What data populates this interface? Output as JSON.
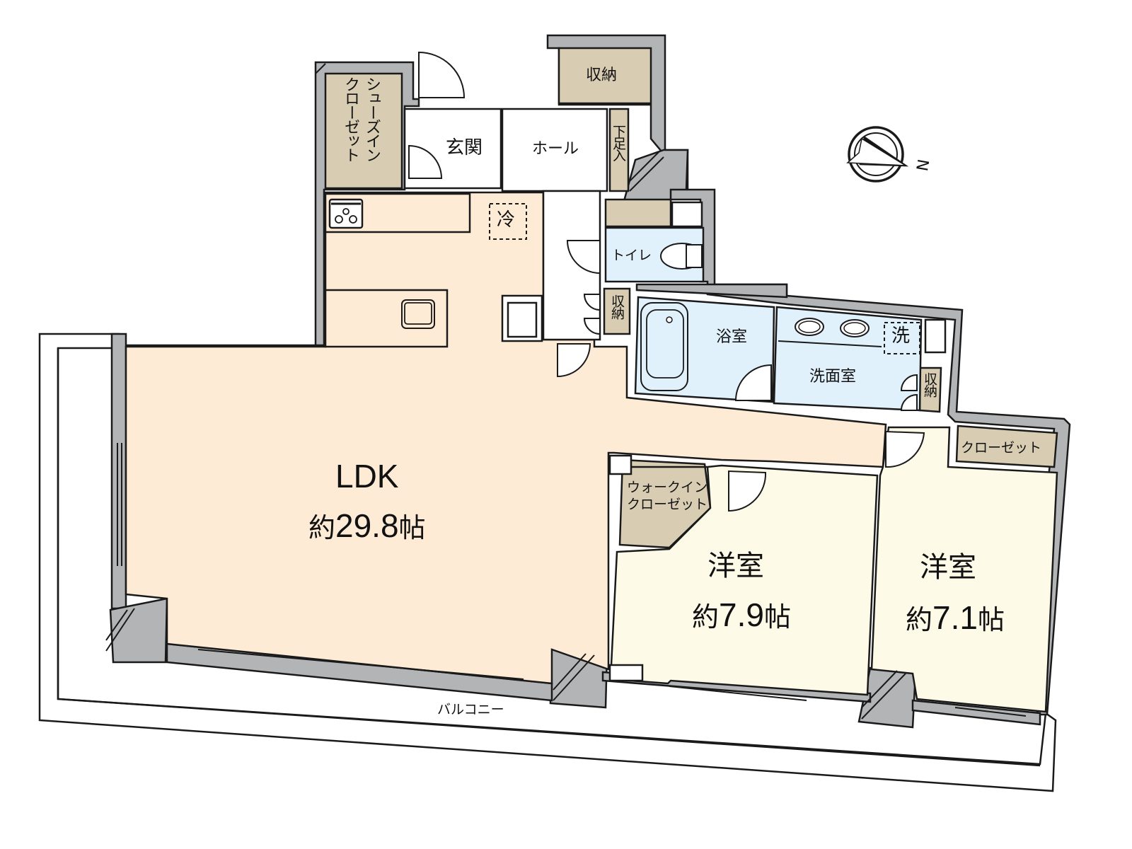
{
  "plan": {
    "colors": {
      "wall": "#b3b4b6",
      "ldk_floor": "#fdebd6",
      "bedroom_floor": "#fefae8",
      "wet_area_floor": "#e1f1fb",
      "storage_floor": "#d8ccb3",
      "entrance_floor": "#ffffff",
      "balcony": "#ffffff",
      "line": "#1a1a1a"
    },
    "compass": {
      "icon": "north-arrow-icon",
      "label": "N"
    },
    "rooms": {
      "ldk": {
        "name": "LDK",
        "area_prefix": "約",
        "area_value": "29.8",
        "area_unit": "帖"
      },
      "bedroom_1": {
        "name": "洋室",
        "area_prefix": "約",
        "area_value": "7.9",
        "area_unit": "帖"
      },
      "bedroom_2": {
        "name": "洋室",
        "area_prefix": "約",
        "area_value": "7.1",
        "area_unit": "帖"
      },
      "entrance": {
        "name": "玄関"
      },
      "hall": {
        "name": "ホール"
      },
      "shoes_closet": {
        "name": "シューズインクローゼット",
        "line1": "シューズイン",
        "line2": "クローゼット"
      },
      "storage_top": {
        "name": "収納"
      },
      "shoe_cabinet": {
        "name": "下足入"
      },
      "toilet": {
        "name": "トイレ"
      },
      "storage_hall": {
        "name": "収納"
      },
      "bathroom": {
        "name": "浴室"
      },
      "washroom": {
        "name": "洗面室"
      },
      "washer": {
        "name": "洗"
      },
      "storage_wash": {
        "name": "収納"
      },
      "refrigerator": {
        "name": "冷"
      },
      "walk_in_closet": {
        "line1": "ウォークイン",
        "line2": "クローゼット"
      },
      "closet": {
        "name": "クローゼット"
      },
      "balcony": {
        "name": "バルコニー"
      }
    },
    "fixtures": [
      "gas-stove-icon",
      "kitchen-sink-icon",
      "bathtub-icon",
      "toilet-bowl-icon",
      "wash-basin-icon",
      "wash-basin-icon"
    ]
  }
}
